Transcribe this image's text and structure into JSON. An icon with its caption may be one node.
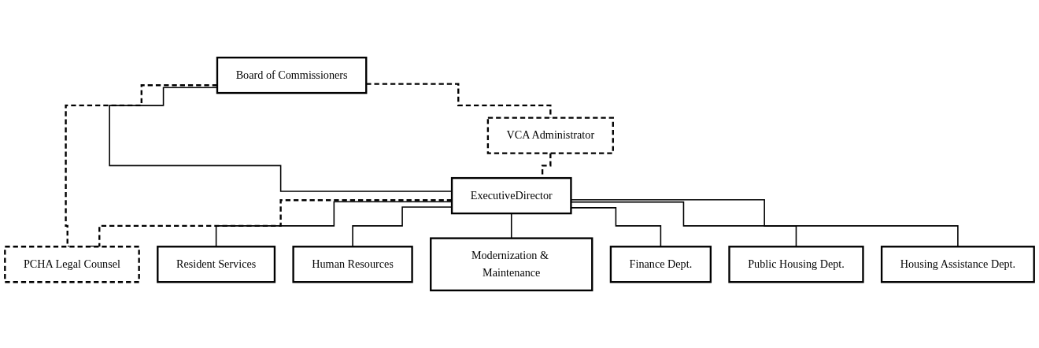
{
  "diagram": {
    "nodes": [
      {
        "text": [
          "Board of Commissioners"
        ]
      },
      {
        "text": [
          "VCA Administrator"
        ]
      },
      {
        "text": [
          "ExecutiveDirector"
        ]
      },
      {
        "text": [
          "PCHA Legal Counsel"
        ]
      },
      {
        "text": [
          "Resident Services"
        ]
      },
      {
        "text": [
          "Human Resources"
        ]
      },
      {
        "text": [
          "Modernization & Maintenance"
        ]
      },
      {
        "text": [
          "Finance Dept."
        ]
      },
      {
        "text": [
          "Public Housing Dept."
        ]
      },
      {
        "text": [
          "Housing Assistance Dept."
        ]
      }
    ],
    "edges": [
      {
        "from": 0,
        "to": 2,
        "arrow": "none"
      },
      {
        "from": 0,
        "to": 1,
        "arrow": "none",
        "style": "dashed"
      },
      {
        "from": 0,
        "to": 3,
        "arrow": "none",
        "style": "dashed"
      },
      {
        "from": 1,
        "to": 2,
        "arrow": "none",
        "style": "dashed"
      },
      {
        "from": 2,
        "to": 3,
        "arrow": "none",
        "style": "dashed"
      },
      {
        "from": 2,
        "to": 4,
        "arrow": "none"
      },
      {
        "from": 2,
        "to": 5,
        "arrow": "none"
      },
      {
        "from": 2,
        "to": 6,
        "arrow": "none"
      },
      {
        "from": 2,
        "to": 7,
        "arrow": "none"
      },
      {
        "from": 2,
        "to": 8,
        "arrow": "none"
      },
      {
        "from": 2,
        "to": 9,
        "arrow": "none"
      }
    ]
  }
}
